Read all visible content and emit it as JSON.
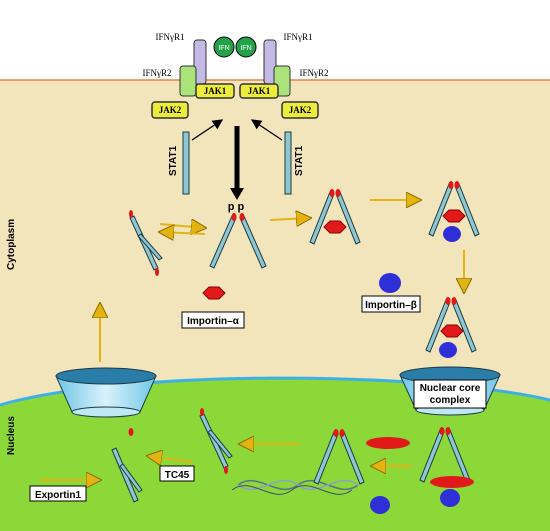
{
  "receptor_labels": {
    "r1_left": "IFNγR1",
    "r1_right": "IFNγR1",
    "r2_left": "IFNγR2",
    "r2_right": "IFNγR2"
  },
  "ligand": {
    "ifn_a": "IFN",
    "ifn_b": "IFN"
  },
  "kinases": {
    "jak1_left": "JAK1",
    "jak1_right": "JAK1",
    "jak2_left": "JAK2",
    "jak2_right": "JAK2"
  },
  "stat": {
    "left": "STAT1",
    "right": "STAT1",
    "phospho": "p p"
  },
  "regions": {
    "cytoplasm": "Cytoplasm",
    "nucleus": "Nucleus"
  },
  "boxes": {
    "importin_alpha": "Importin–α",
    "importin_beta": "Importin–β",
    "npc_line1": "Nuclear core",
    "npc_line2": "complex",
    "tc45": "TC45",
    "exportin": "Exportin1"
  },
  "colors": {
    "extracellular": "#ffffff",
    "cytoplasm": "#f3e5bb",
    "membrane": "#e8824a",
    "nucleus": "#8cd838",
    "nucleus_edge": "#3fb0e6",
    "receptor_r1": "#c3bae6",
    "receptor_r2": "#a9e37a",
    "jak": "#ecec3c",
    "stat_fill": "#8ec6d1",
    "arrow": "#e2b311",
    "importin_alpha": "#e21919",
    "importin_beta": "#2e2fd6",
    "ifn": "#24a24a"
  }
}
